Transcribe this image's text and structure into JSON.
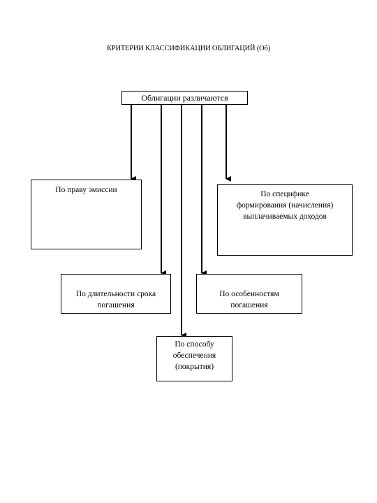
{
  "diagram": {
    "title": "КРИТЕРИИ КЛАССИФИКАЦИИ ОБЛИГАЦИЙ (Об)",
    "root": "Облигации различаются",
    "nodes": {
      "emission": [
        "По праву эмиссии"
      ],
      "income": [
        "По специфике",
        "формирования (начисления)",
        "выплачиваемых доходов"
      ],
      "term": [
        "По длительности срока",
        "погашения"
      ],
      "features": [
        "По особенностям",
        "погашения"
      ],
      "security": [
        "По способу",
        "обеспечения",
        "(покрытия)"
      ]
    }
  }
}
